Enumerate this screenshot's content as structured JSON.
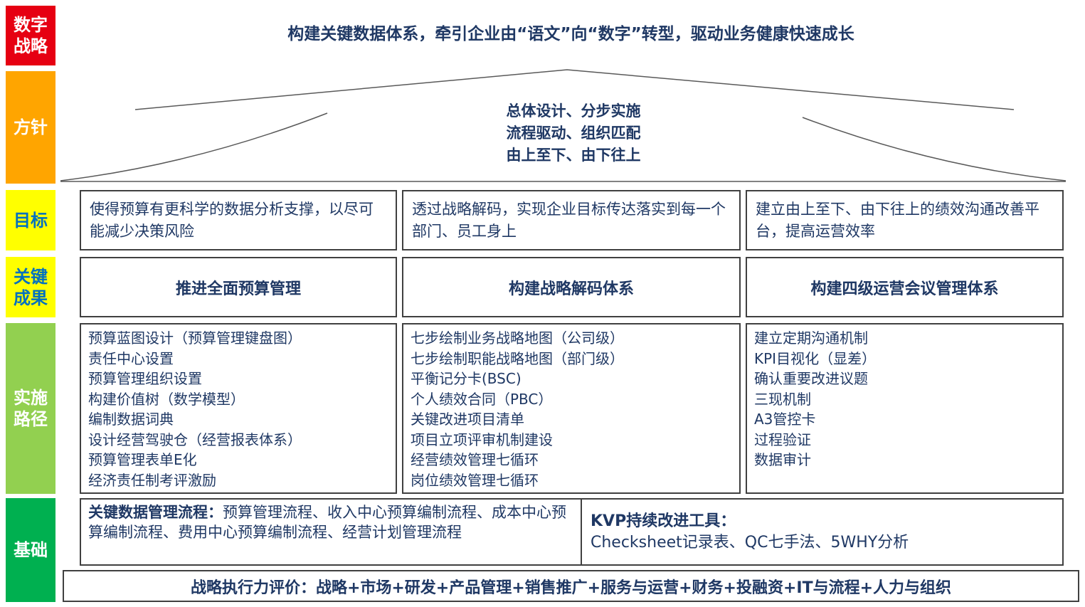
{
  "colors": {
    "strategy_red": "#e60012",
    "policy_orange": "#ffa500",
    "goal_yellow": "#ffff00",
    "implementation_light_green": "#92d050",
    "foundation_green": "#00b050",
    "yellow_label_text": "#0070c0",
    "body_text_blue": "#1f3864",
    "box_border": "#404040"
  },
  "header": {
    "row_label": "数字战略",
    "title": "构建关键数据体系，牵引企业由“语文”向“数字”转型，驱动业务健康快速成长"
  },
  "policy": {
    "row_label": "方针",
    "lines": [
      "总体设计、分步实施",
      "流程驱动、组织匹配",
      "由上至下、由下往上"
    ]
  },
  "goals": {
    "row_label": "目标",
    "items": [
      "使得预算有更科学的数据分析支撑，以尽可能减少决策风险",
      "透过战略解码，实现企业目标传达落实到每一个部门、员工身上",
      "建立由上至下、由下往上的绩效沟通改善平台，提高运营效率"
    ]
  },
  "key_results": {
    "row_label": "关键成果",
    "items": [
      "推进全面预算管理",
      "构建战略解码体系",
      "构建四级运营会议管理体系"
    ]
  },
  "implementation": {
    "row_label": "实施路径",
    "columns": [
      {
        "items": [
          "预算蓝图设计（预算管理键盘图）",
          "责任中心设置",
          "预算管理组织设置",
          "构建价值树（数学模型）",
          "编制数据词典",
          "设计经营驾驶仓（经营报表体系）",
          "预算管理表单E化",
          "经济责任制考评激励"
        ]
      },
      {
        "items": [
          "七步绘制业务战略地图（公司级）",
          "七步绘制职能战略地图（部门级）",
          "平衡记分卡(BSC)",
          "个人绩效合同（PBC）",
          "关键改进项目清单",
          "项目立项评审机制建设",
          "经营绩效管理七循环",
          "岗位绩效管理七循环"
        ]
      },
      {
        "items": [
          "建立定期沟通机制",
          "KPI目视化（显差）",
          "确认重要改进议题",
          "三现机制",
          "A3管控卡",
          "过程验证",
          "数据审计"
        ]
      }
    ]
  },
  "foundation": {
    "row_label": "基础",
    "boxes": [
      {
        "title": "关键数据管理流程：",
        "body": "预算管理流程、收入中心预算编制流程、成本中心预算编制流程、费用中心预算编制流程、经营计划管理流程"
      },
      {
        "title": "KVP持续改进工具：",
        "body": "Checksheet记录表、QC七手法、5WHY分析"
      }
    ],
    "evaluation": "战略执行力评价：战略+市场+研发+产品管理+销售推广+服务与运营+财务+投融资+IT与流程+人力与组织"
  }
}
